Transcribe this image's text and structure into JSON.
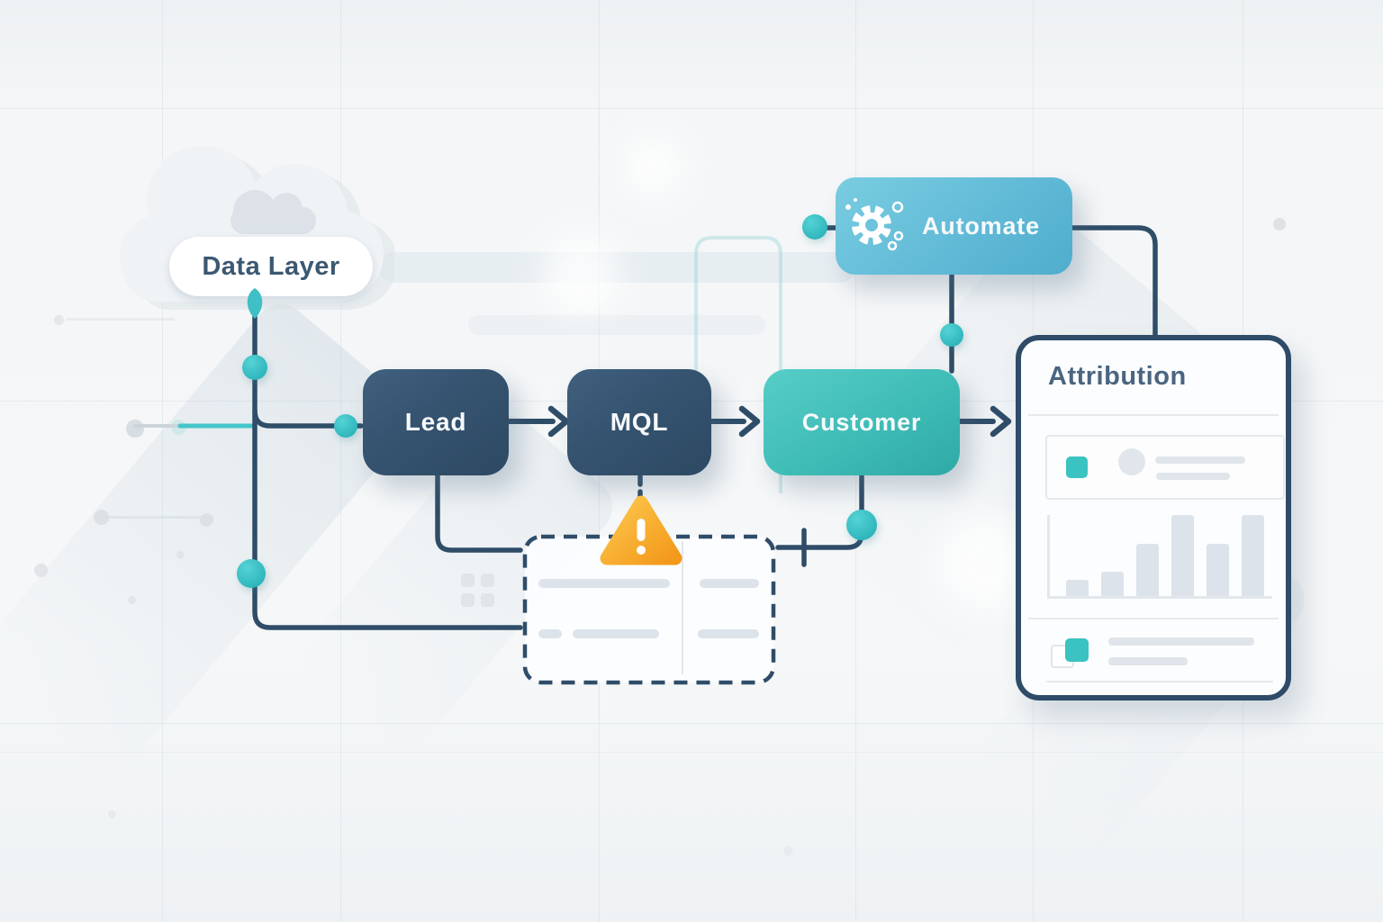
{
  "illustration": {
    "cloud": {
      "label": "Data Layer"
    },
    "nodes": {
      "lead": {
        "label": "Lead"
      },
      "mql": {
        "label": "MQL"
      },
      "customer": {
        "label": "Customer"
      },
      "automate": {
        "label": "Automate",
        "icon": "gear-icon"
      }
    },
    "panel": {
      "title": "Attribution"
    },
    "icons": {
      "cloud": "cloud-icon",
      "droplet": "droplet-icon",
      "automate": "gear-icon",
      "warning": "warning-triangle-icon"
    },
    "colors": {
      "connector": "#2f4d68",
      "node_dark": "#34516f",
      "node_teal": "#3fbcb6",
      "node_blue": "#5fb9d6",
      "dot_teal": "#34bec4",
      "warning_orange": "#f6a41c",
      "panel_border": "#2e4b67",
      "placeholder_gray": "#dde3ea",
      "accent_square": "#3ac3c0"
    }
  },
  "chart_data": {
    "type": "bar",
    "title": "Attribution",
    "categories": [
      "",
      "",
      "",
      "",
      "",
      ""
    ],
    "values": [
      20,
      30,
      64,
      100,
      64,
      100
    ],
    "xlabel": "",
    "ylabel": "",
    "ylim": [
      0,
      100
    ],
    "grid": false,
    "legend": "none",
    "note": "decorative placeholder bar chart inside Attribution card"
  }
}
